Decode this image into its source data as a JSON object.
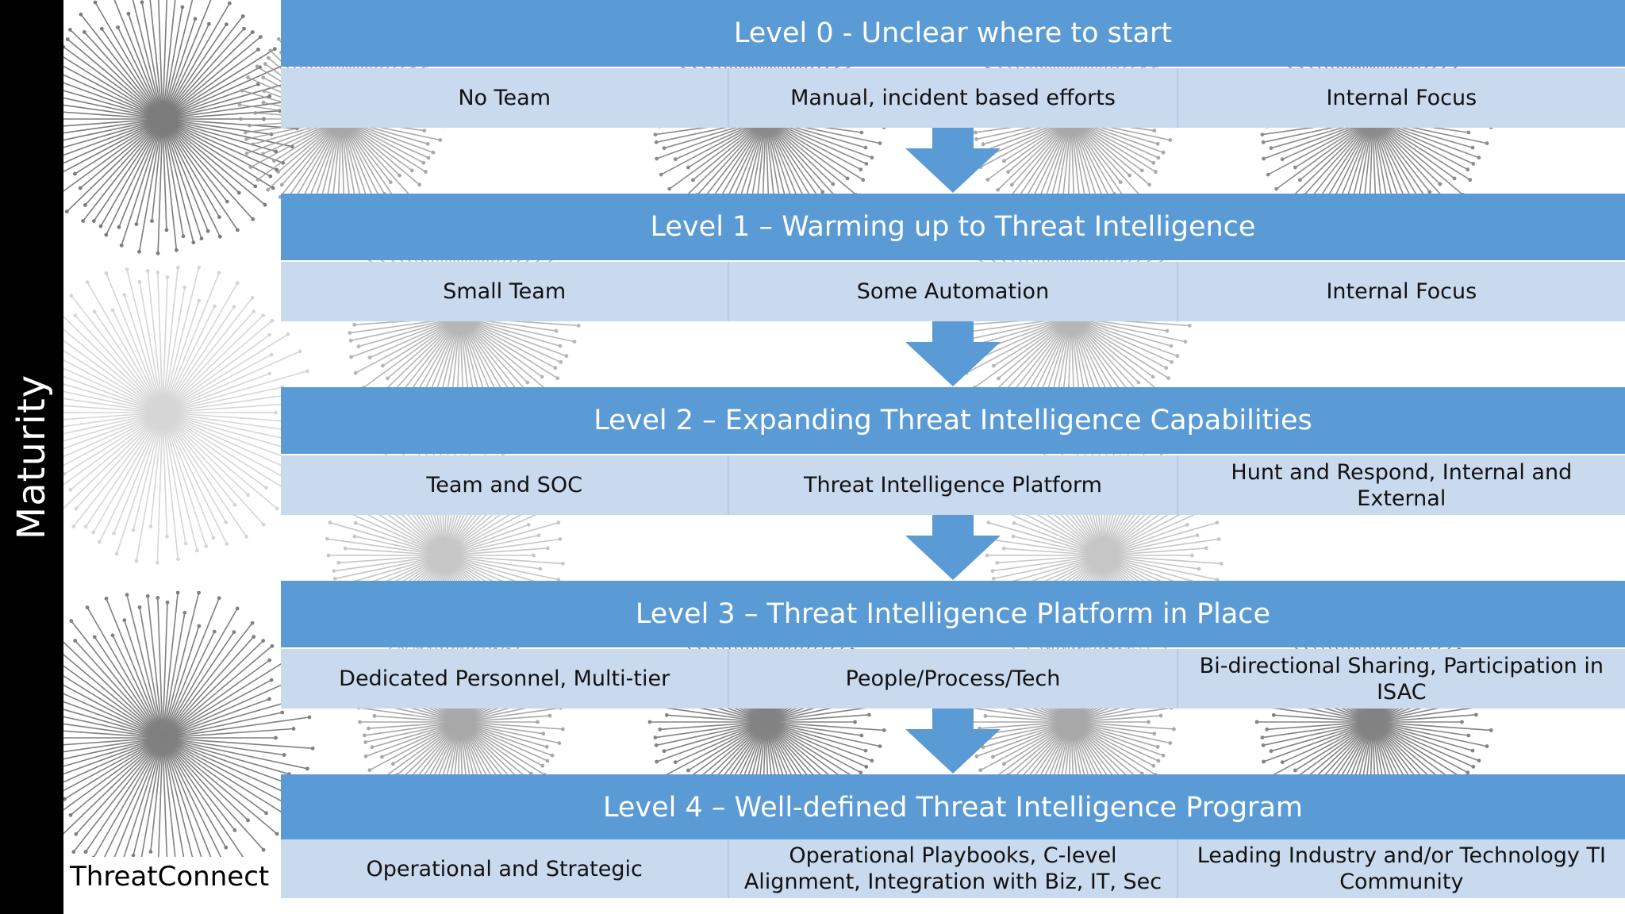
{
  "sidebar": {
    "label": "Maturity"
  },
  "brand": {
    "name": "ThreatConnect"
  },
  "colors": {
    "title_bar": "#5b9bd5",
    "row_bg": "#c9d9ee",
    "arrow": "#5b9bd5",
    "sidebar": "#000000"
  },
  "levels": [
    {
      "title": "Level 0 - Unclear where to start",
      "cells": [
        "No Team",
        "Manual, incident based efforts",
        "Internal Focus"
      ]
    },
    {
      "title": "Level 1 – Warming up to Threat Intelligence",
      "cells": [
        "Small Team",
        "Some Automation",
        "Internal Focus"
      ]
    },
    {
      "title": "Level 2 – Expanding Threat Intelligence Capabilities",
      "cells": [
        "Team and SOC",
        "Threat Intelligence Platform",
        "Hunt and Respond, Internal and External"
      ]
    },
    {
      "title": "Level 3 – Threat Intelligence Platform in Place",
      "cells": [
        "Dedicated Personnel, Multi-tier",
        "People/Process/Tech",
        "Bi-directional Sharing, Participation in ISAC"
      ]
    },
    {
      "title": "Level 4 – Well-defined Threat Intelligence Program",
      "cells": [
        "Operational and Strategic",
        "Operational Playbooks, C-level Alignment, Integration with Biz, IT, Sec",
        "Leading Industry and/or Technology TI Community"
      ]
    }
  ]
}
